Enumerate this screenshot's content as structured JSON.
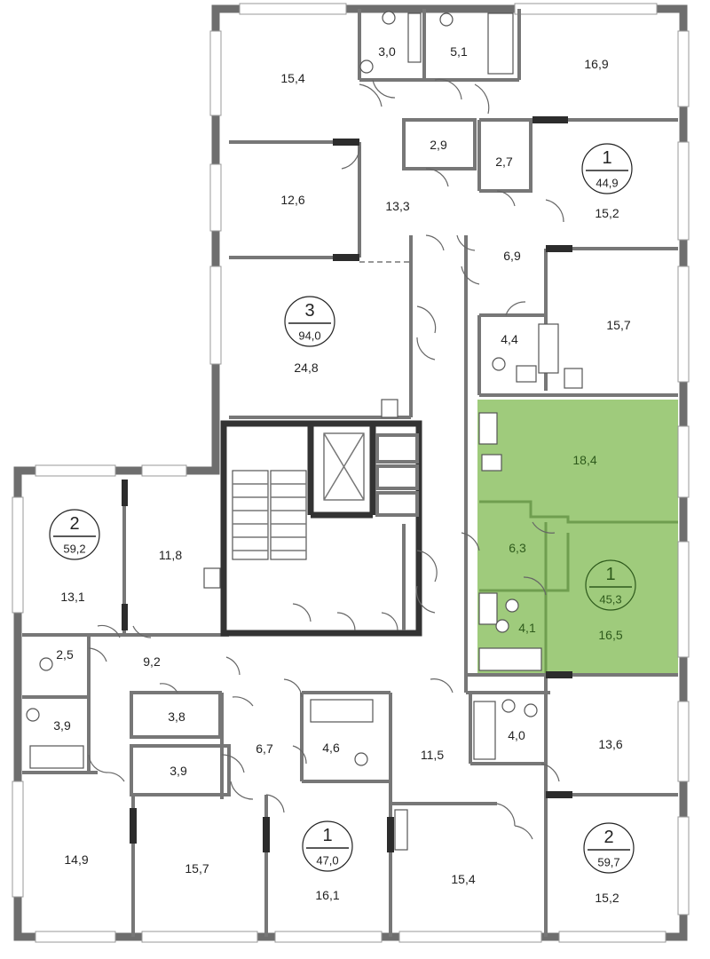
{
  "colors": {
    "highlight": "#9fcb7c",
    "walls": "#6e6e6e",
    "text": "#222222"
  },
  "rooms": [
    {
      "id": "r1",
      "label": "15,4"
    },
    {
      "id": "r2",
      "label": "3,0"
    },
    {
      "id": "r3",
      "label": "5,1"
    },
    {
      "id": "r4",
      "label": "16,9"
    },
    {
      "id": "r5",
      "label": "2,9"
    },
    {
      "id": "r6",
      "label": "2,7"
    },
    {
      "id": "r7",
      "label": "12,6"
    },
    {
      "id": "r8",
      "label": "13,3"
    },
    {
      "id": "r9",
      "label": "15,2"
    },
    {
      "id": "r10",
      "label": "6,9"
    },
    {
      "id": "r11",
      "label": "15,7"
    },
    {
      "id": "r12",
      "label": "4,4"
    },
    {
      "id": "r13",
      "label": "24,8"
    },
    {
      "id": "r14",
      "label": "18,4"
    },
    {
      "id": "r15",
      "label": "6,3"
    },
    {
      "id": "r16",
      "label": "4,1"
    },
    {
      "id": "r17",
      "label": "16,5"
    },
    {
      "id": "r18",
      "label": "11,8"
    },
    {
      "id": "r19",
      "label": "13,1"
    },
    {
      "id": "r20",
      "label": "2,5"
    },
    {
      "id": "r21",
      "label": "9,2"
    },
    {
      "id": "r22",
      "label": "3,8"
    },
    {
      "id": "r23",
      "label": "3,9"
    },
    {
      "id": "r24",
      "label": "3,9"
    },
    {
      "id": "r25",
      "label": "6,7"
    },
    {
      "id": "r26",
      "label": "4,6"
    },
    {
      "id": "r27",
      "label": "11,5"
    },
    {
      "id": "r28",
      "label": "4,0"
    },
    {
      "id": "r29",
      "label": "13,6"
    },
    {
      "id": "r30",
      "label": "14,9"
    },
    {
      "id": "r31",
      "label": "15,7"
    },
    {
      "id": "r32",
      "label": "16,1"
    },
    {
      "id": "r33",
      "label": "15,4"
    },
    {
      "id": "r34",
      "label": "15,2"
    }
  ],
  "apartments": [
    {
      "id": "a1",
      "rooms": "1",
      "area": "44,9"
    },
    {
      "id": "a2",
      "rooms": "3",
      "area": "94,0"
    },
    {
      "id": "a3",
      "rooms": "2",
      "area": "59,2"
    },
    {
      "id": "a4",
      "rooms": "1",
      "area": "45,3"
    },
    {
      "id": "a5",
      "rooms": "1",
      "area": "47,0"
    },
    {
      "id": "a6",
      "rooms": "2",
      "area": "59,7"
    }
  ]
}
